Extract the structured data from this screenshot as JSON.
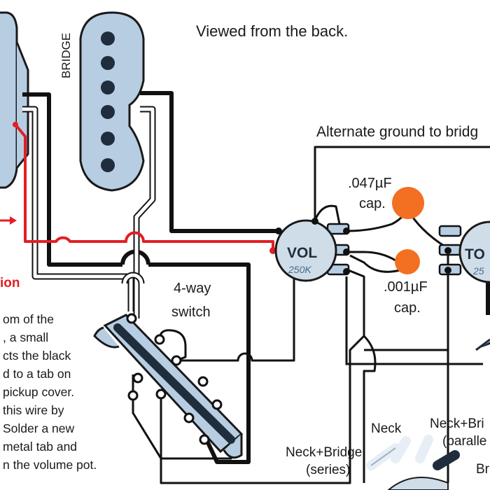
{
  "diagram": {
    "header_note": "Viewed from the back.",
    "bridge_pickup_label": "BRIDGE",
    "alternate_ground_label": "Alternate ground to bridg",
    "cap_047": {
      "value": ".047µF",
      "unit": "cap."
    },
    "cap_001": {
      "value": ".001µF",
      "unit": "cap."
    },
    "switch_label": {
      "line1": "4-way",
      "line2": "switch"
    },
    "volume_pot": {
      "label": "VOL",
      "value": "250K"
    },
    "tone_pot": {
      "label": "TO",
      "value": "25"
    },
    "left_red_label": "ion",
    "side_note_lines": [
      "om of the",
      ", a small",
      "cts the black",
      "d to a tab on",
      "pickup cover.",
      "this wire by",
      "Solder a new",
      "metal tab and",
      "n the volume pot."
    ],
    "switch_positions": {
      "neck": "Neck",
      "neck_bridge_parallel_line1": "Neck+Bri",
      "neck_bridge_parallel_line2": "(paralle",
      "neck_bridge_series_line1": "Neck+Bridge",
      "neck_bridge_series_line2": "(series)",
      "bridge": "Bri"
    },
    "colors": {
      "pickup_fill": "#b7cde2",
      "pickup_pole": "#1f2d3d",
      "wire_black": "#111111",
      "wire_red": "#e31e24",
      "capacitor": "#f36f21",
      "pot_fill": "#cfdde9"
    }
  }
}
